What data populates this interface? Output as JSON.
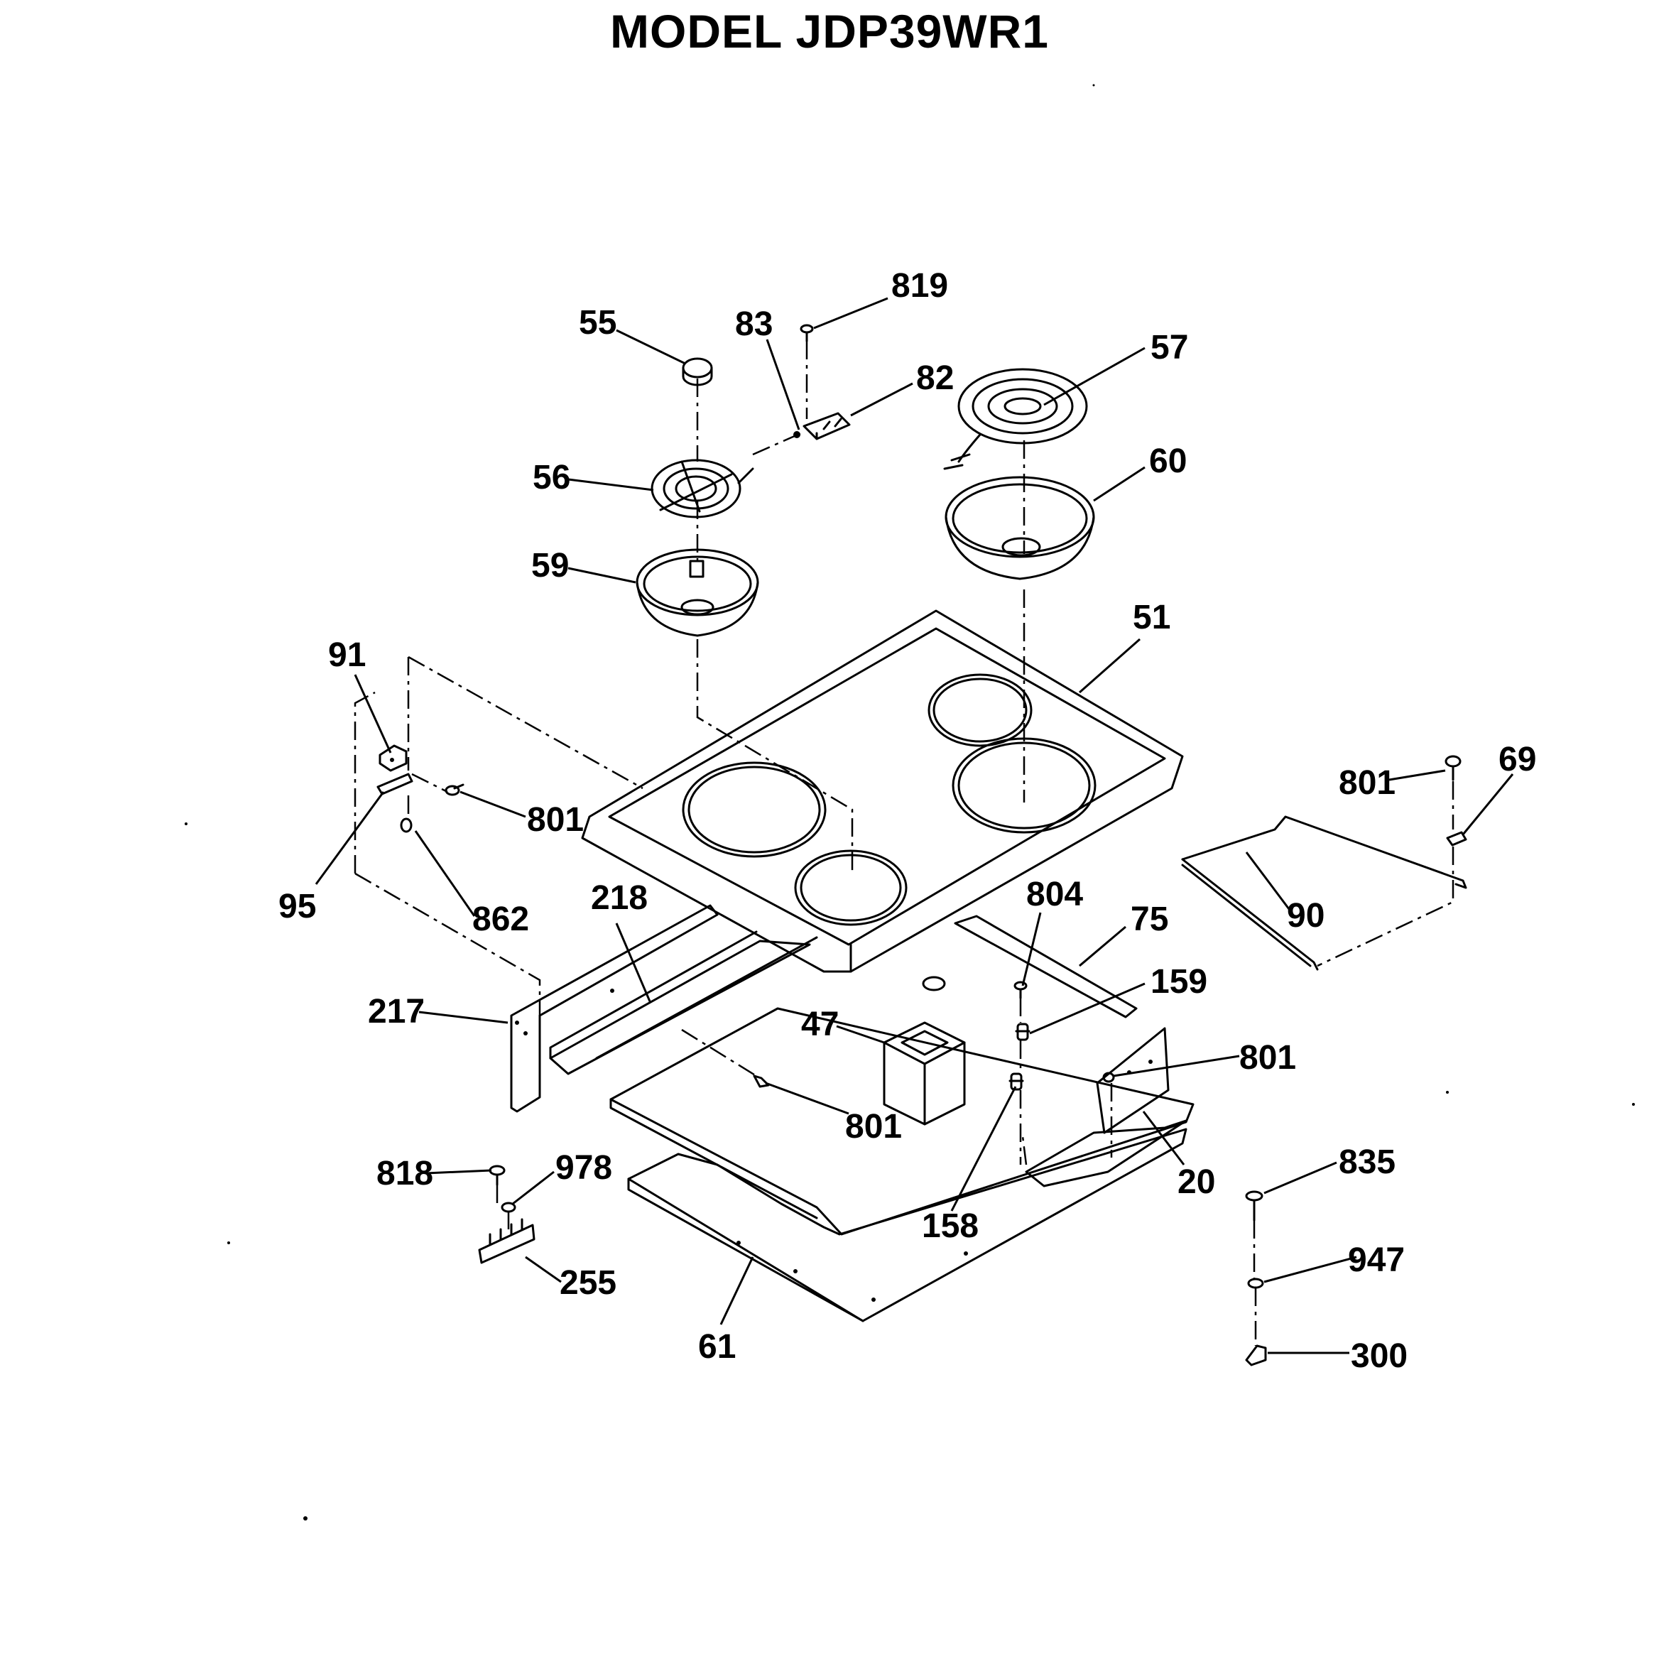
{
  "title": "MODEL JDP39WR1",
  "labels": {
    "p819": "819",
    "p55": "55",
    "p83": "83",
    "p82": "82",
    "p57": "57",
    "p56": "56",
    "p60": "60",
    "p59": "59",
    "p51": "51",
    "p91": "91",
    "p801a": "801",
    "p95": "95",
    "p862": "862",
    "p218": "218",
    "p804": "804",
    "p75": "75",
    "p801b": "801",
    "p69": "69",
    "p90": "90",
    "p159": "159",
    "p217": "217",
    "p47": "47",
    "p801c": "801",
    "p801d": "801",
    "p158": "158",
    "p20": "20",
    "p818": "818",
    "p978": "978",
    "p255": "255",
    "p61": "61",
    "p835": "835",
    "p947": "947",
    "p300": "300"
  }
}
